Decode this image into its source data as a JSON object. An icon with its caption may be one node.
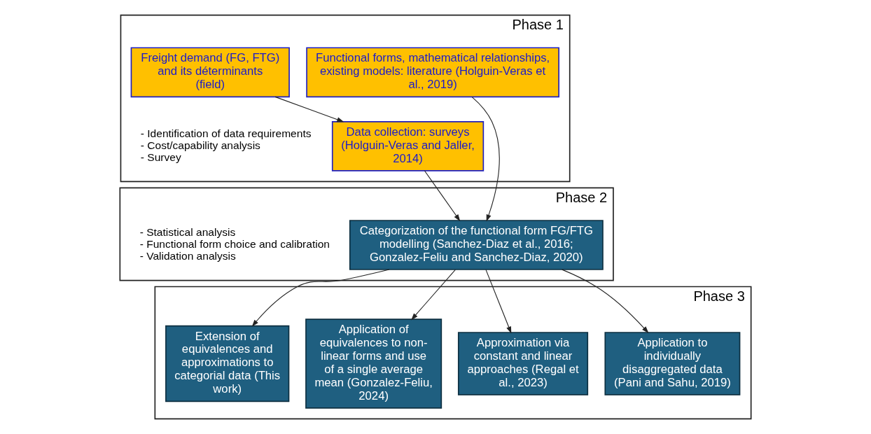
{
  "diagram": {
    "nodes": [
      {
        "text": [
          "Phase 1"
        ]
      },
      {
        "text": [
          "Freight demand (FG, FTG) and its déterminants (field)"
        ],
        "in": 0
      },
      {
        "text": [
          "Data collection: surveys (Holguin-Veras and Jaller, 2014)"
        ],
        "in": 0
      },
      {
        "text": [
          "Functional forms, mathematical relationships, existing models: literature (Holguin-Veras et al., 2019)"
        ],
        "in": 0
      },
      {
        "text": [
          "Phase 2"
        ]
      },
      {
        "text": [
          "Categorization of the functional form FG/FTG modelling (Sanchez-Diaz et al., 2016; Gonzalez-Feliu and Sanchez-Diaz, 2020)"
        ],
        "in": 4
      },
      {
        "text": [
          "Phase 3"
        ]
      },
      {
        "text": [
          "Application to individually disaggregated data (Pani and Sahu, 2019)"
        ],
        "in": 6
      },
      {
        "text": [
          "Approximation via constant and linear approaches (Regal et al., 2023)"
        ],
        "in": 6
      },
      {
        "text": [
          "Application of equivalences to non-linear forms and use of a single average mean (Gonzalez-Feliu, 2024)"
        ],
        "in": 6
      },
      {
        "text": [
          "Extension of equivalences and approximations to categorial data (This work)"
        ],
        "in": 6
      }
    ],
    "edges": [
      {
        "from": 1,
        "to": 2,
        "arrow": "to"
      },
      {
        "from": 2,
        "to": 5,
        "arrow": "to"
      },
      {
        "from": 3,
        "to": 5,
        "arrow": "to"
      },
      {
        "from": 5,
        "to": 7,
        "arrow": "to"
      },
      {
        "from": 5,
        "to": 8,
        "arrow": "to"
      },
      {
        "from": 5,
        "to": 9,
        "arrow": "to"
      },
      {
        "from": 5,
        "to": 10,
        "arrow": "to"
      }
    ],
    "labels": [
      "- Identification of data requirements",
      "- Cost/capability analysis",
      "- Survey",
      "- Statistical analysis",
      "- Functional form choice and calibration",
      "- Validation analysis"
    ]
  }
}
